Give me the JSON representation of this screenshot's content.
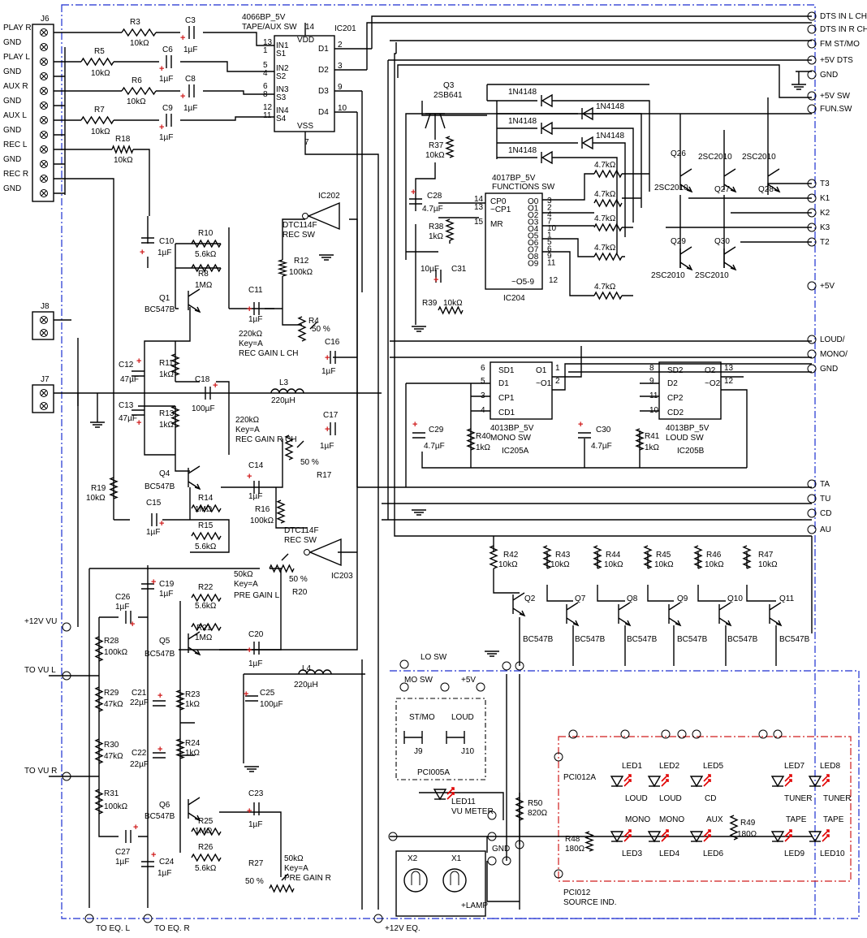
{
  "connectors": {
    "j6": "J6",
    "j8": "J8",
    "j7": "J7",
    "j6_pins": [
      "PLAY R",
      "GND",
      "PLAY L",
      "GND",
      "AUX R",
      "GND",
      "AUX L",
      "GND",
      "REC L",
      "GND",
      "REC R",
      "GND"
    ],
    "right_pins": [
      "DTS IN L CH",
      "DTS IN R CH",
      "FM ST/MO",
      "+5V DTS",
      "GND",
      "+5V SW",
      "FUN.SW",
      "T3",
      "K1",
      "K2",
      "K3",
      "T2",
      "+5V",
      "LOUD/",
      "MONO/",
      "GND",
      "TA",
      "TU",
      "CD",
      "AU"
    ],
    "left_lower": [
      "+12V VU",
      "TO VU L",
      "TO VU R"
    ],
    "bottom": [
      "TO EQ. L",
      "TO EQ. R",
      "+12V EQ."
    ]
  },
  "ics": {
    "ic201": {
      "name": "IC201",
      "part": "4066BP_5V",
      "desc": "TAPE/AUX SW",
      "vdd": "VDD",
      "vss": "VSS",
      "vdd_pin": "14",
      "vss_pin": "7",
      "left_pins": [
        {
          "n": "13",
          "l": "IN1"
        },
        {
          "n": "1",
          "l": "S1"
        },
        {
          "n": "5",
          "l": "IN2"
        },
        {
          "n": "4",
          "l": "S2"
        },
        {
          "n": "6",
          "l": "IN3"
        },
        {
          "n": "8",
          "l": "S3"
        },
        {
          "n": "12",
          "l": "IN4"
        },
        {
          "n": "11",
          "l": "S4"
        }
      ],
      "right_pins": [
        {
          "n": "2",
          "l": "D1"
        },
        {
          "n": "3",
          "l": "D2"
        },
        {
          "n": "9",
          "l": "D3"
        },
        {
          "n": "10",
          "l": "D4"
        }
      ]
    },
    "ic202": {
      "name": "IC202",
      "part": "DTC114F",
      "desc": "REC SW"
    },
    "ic203": {
      "name": "IC203",
      "part": "DTC114F",
      "desc": "REC SW"
    },
    "ic204": {
      "name": "IC204",
      "part": "4017BP_5V",
      "desc": "FUNCTIONS SW",
      "left_pins": [
        {
          "n": "14",
          "l": "CP0"
        },
        {
          "n": "13",
          "l": "~CP1"
        },
        {
          "n": "15",
          "l": "MR"
        }
      ],
      "outs": [
        "O0",
        "O1",
        "O2",
        "O3",
        "O4",
        "O5",
        "O6",
        "O7",
        "O8",
        "O9"
      ],
      "out_pins": [
        "3",
        "2",
        "4",
        "7",
        "10",
        "1",
        "5",
        "6",
        "9",
        "11"
      ],
      "o59": "~O5-9",
      "o59_pin": "12"
    },
    "ic205a": {
      "name": "IC205A",
      "part": "4013BP_5V",
      "desc": "MONO SW",
      "pins": [
        {
          "n": "6",
          "l": "SD1"
        },
        {
          "n": "5",
          "l": "D1"
        },
        {
          "n": "3",
          "l": "CP1"
        },
        {
          "n": "4",
          "l": "CD1"
        }
      ],
      "outs": [
        {
          "n": "1",
          "l": "O1"
        },
        {
          "n": "2",
          "l": "~O1"
        }
      ]
    },
    "ic205b": {
      "name": "IC205B",
      "part": "4013BP_5V",
      "desc": "LOUD SW",
      "pins": [
        {
          "n": "8",
          "l": "SD2"
        },
        {
          "n": "9",
          "l": "D2"
        },
        {
          "n": "11",
          "l": "CP2"
        },
        {
          "n": "10",
          "l": "CD2"
        }
      ],
      "outs": [
        {
          "n": "13",
          "l": "O2"
        },
        {
          "n": "12",
          "l": "~O2"
        }
      ]
    }
  },
  "resistors": [
    {
      "ref": "R3",
      "val": "10kΩ"
    },
    {
      "ref": "R5",
      "val": "10kΩ"
    },
    {
      "ref": "R6",
      "val": "10kΩ"
    },
    {
      "ref": "R7",
      "val": "10kΩ"
    },
    {
      "ref": "R18",
      "val": "10kΩ"
    },
    {
      "ref": "R10",
      "val": "5.6kΩ"
    },
    {
      "ref": "R8",
      "val": "1MΩ"
    },
    {
      "ref": "R12",
      "val": "100kΩ"
    },
    {
      "ref": "R11",
      "val": "1kΩ"
    },
    {
      "ref": "R13",
      "val": "1kΩ"
    },
    {
      "ref": "R19",
      "val": "10kΩ"
    },
    {
      "ref": "R14",
      "val": "1MΩ"
    },
    {
      "ref": "R15",
      "val": "5.6kΩ"
    },
    {
      "ref": "R16",
      "val": "100kΩ"
    },
    {
      "ref": "R22",
      "val": "5.6kΩ"
    },
    {
      "ref": "R21",
      "val": "1MΩ"
    },
    {
      "ref": "R28",
      "val": "100kΩ"
    },
    {
      "ref": "R29",
      "val": "47kΩ"
    },
    {
      "ref": "R23",
      "val": "1kΩ"
    },
    {
      "ref": "R30",
      "val": "47kΩ"
    },
    {
      "ref": "R24",
      "val": "1kΩ"
    },
    {
      "ref": "R31",
      "val": "100kΩ"
    },
    {
      "ref": "R25",
      "val": "1MΩ"
    },
    {
      "ref": "R26",
      "val": "5.6kΩ"
    },
    {
      "ref": "R37",
      "val": "10kΩ"
    },
    {
      "ref": "R38",
      "val": "1kΩ"
    },
    {
      "ref": "R39",
      "val": "10kΩ"
    },
    {
      "ref": "R40",
      "val": "1kΩ"
    },
    {
      "ref": "R41",
      "val": "1kΩ"
    },
    {
      "ref": "R42",
      "val": "10kΩ"
    },
    {
      "ref": "R43",
      "val": "10kΩ"
    },
    {
      "ref": "R44",
      "val": "10kΩ"
    },
    {
      "ref": "R45",
      "val": "10kΩ"
    },
    {
      "ref": "R46",
      "val": "10kΩ"
    },
    {
      "ref": "R47",
      "val": "10kΩ"
    },
    {
      "ref": "R48",
      "val": "180Ω"
    },
    {
      "ref": "R49",
      "val": "180Ω"
    },
    {
      "ref": "R50",
      "val": "820Ω"
    }
  ],
  "base_res": [
    "4.7kΩ",
    "4.7kΩ",
    "4.7kΩ",
    "4.7kΩ",
    "4.7kΩ"
  ],
  "capacitors": [
    {
      "ref": "C3",
      "val": "1µF"
    },
    {
      "ref": "C6",
      "val": "1µF"
    },
    {
      "ref": "C8",
      "val": "1µF"
    },
    {
      "ref": "C9",
      "val": "1µF"
    },
    {
      "ref": "C10",
      "val": "1µF"
    },
    {
      "ref": "C11",
      "val": "1µF"
    },
    {
      "ref": "C16",
      "val": "1µF"
    },
    {
      "ref": "C12",
      "val": "47µF"
    },
    {
      "ref": "C18",
      "val": "100µF"
    },
    {
      "ref": "C13",
      "val": "47µF"
    },
    {
      "ref": "C17",
      "val": "1µF"
    },
    {
      "ref": "C14",
      "val": "1µF"
    },
    {
      "ref": "C15",
      "val": "1µF"
    },
    {
      "ref": "C19",
      "val": "1µF"
    },
    {
      "ref": "C26",
      "val": "1µF"
    },
    {
      "ref": "C20",
      "val": "1µF"
    },
    {
      "ref": "C21",
      "val": "22µF"
    },
    {
      "ref": "C25",
      "val": "100µF"
    },
    {
      "ref": "C22",
      "val": "22µF"
    },
    {
      "ref": "C23",
      "val": "1µF"
    },
    {
      "ref": "C27",
      "val": "1µF"
    },
    {
      "ref": "C24",
      "val": "1µF"
    },
    {
      "ref": "C28",
      "val": "4.7µF"
    },
    {
      "ref": "C31",
      "val": "10µF"
    },
    {
      "ref": "C29",
      "val": "4.7µF"
    },
    {
      "ref": "C30",
      "val": "4.7µF"
    }
  ],
  "pots": [
    {
      "ref": "R4",
      "pos": "50 %",
      "desc1": "220kΩ",
      "desc2": "Key=A",
      "desc3": "REC GAIN L CH"
    },
    {
      "ref": "R17",
      "pos": "50 %",
      "desc1": "220kΩ",
      "desc2": "Key=A",
      "desc3": "REC GAIN R CH"
    },
    {
      "ref": "R20",
      "pos": "50 %",
      "desc1": "50kΩ",
      "desc2": "Key=A",
      "desc3": "PRE GAIN L"
    },
    {
      "ref": "R27",
      "pos": "50 %",
      "desc1": "50kΩ",
      "desc2": "Key=A",
      "desc3": "PRE GAIN R"
    }
  ],
  "inductors": [
    {
      "ref": "L3",
      "val": "220µH"
    },
    {
      "ref": "L4",
      "val": "220µH"
    }
  ],
  "transistors": {
    "bc547b": [
      {
        "ref": "Q1"
      },
      {
        "ref": "Q4"
      },
      {
        "ref": "Q5"
      },
      {
        "ref": "Q6"
      },
      {
        "ref": "Q2"
      },
      {
        "ref": "Q7"
      },
      {
        "ref": "Q8"
      },
      {
        "ref": "Q9"
      },
      {
        "ref": "Q10"
      },
      {
        "ref": "Q11"
      }
    ],
    "bc547b_label": "BC547B",
    "q3": {
      "ref": "Q3",
      "part": "2SB641"
    },
    "sc2010": [
      "Q26",
      "Q27",
      "Q28",
      "Q29",
      "Q30"
    ],
    "sc2010_label": "2SC2010"
  },
  "diodes": [
    "1N4148",
    "1N4148",
    "1N4148",
    "1N4148",
    "1N4148"
  ],
  "switch_board": {
    "title": "PCI005A",
    "lo_sw": "LO SW",
    "mo_sw": "MO SW",
    "v5": "+5V",
    "stmo": "ST/MO",
    "loud": "LOUD",
    "j9": "J9",
    "j10": "J10"
  },
  "led_board": {
    "title": "PCI012A",
    "footer1": "PCI012",
    "footer2": "SOURCE IND.",
    "leds": [
      {
        "ref": "LED1",
        "lbl": "LOUD"
      },
      {
        "ref": "LED2",
        "lbl": "LOUD"
      },
      {
        "ref": "LED5",
        "lbl": "CD"
      },
      {
        "ref": "LED7",
        "lbl": "TUNER"
      },
      {
        "ref": "LED8",
        "lbl": "TUNER"
      },
      {
        "ref": "LED3",
        "lbl": "MONO"
      },
      {
        "ref": "LED4",
        "lbl": "MONO"
      },
      {
        "ref": "LED6",
        "lbl": "AUX"
      },
      {
        "ref": "LED9",
        "lbl": "TAPE"
      },
      {
        "ref": "LED10",
        "lbl": "TAPE"
      }
    ]
  },
  "vu": {
    "led": "LED11",
    "lbl": "VU METER",
    "gnd": "GND",
    "lamp": "+LAMP",
    "x1": "X1",
    "x2": "X2"
  },
  "colors": {
    "board_outline": "#1c2fd0",
    "led_board_outline": "#d01c1c",
    "polarity": "#d01c1c",
    "led_rays": "#e00000"
  }
}
